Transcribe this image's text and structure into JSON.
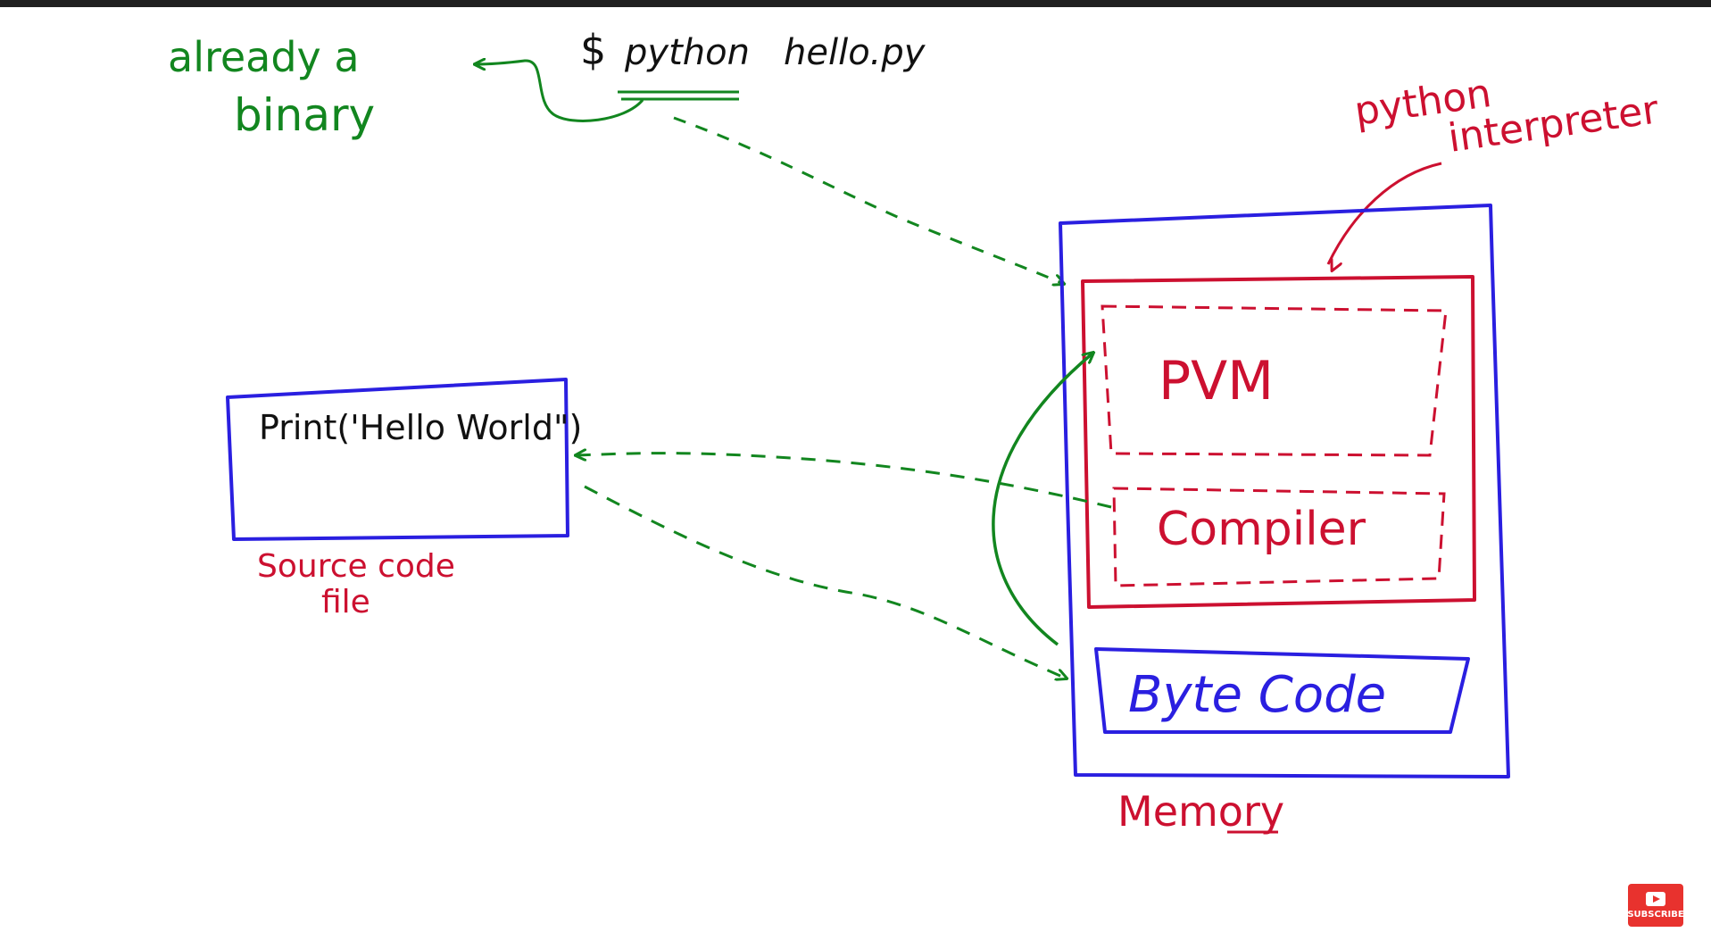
{
  "command": {
    "dollar": "$",
    "program": "python",
    "file": "hello.py"
  },
  "note_binary": {
    "line1": "already a",
    "line2": "binary"
  },
  "interpreter_label": {
    "line1": "python",
    "line2": "interpreter"
  },
  "source_box": {
    "code": "Print('Hello World\")"
  },
  "source_caption": {
    "line1": "Source code",
    "line2": "file"
  },
  "pvm_label": "PVM",
  "compiler_label": "Compiler",
  "bytecode_label": "Byte Code",
  "memory_label": "Memory",
  "subscribe_label": "SUBSCRIBE",
  "colors": {
    "green": "#12861f",
    "red": "#cc1030",
    "blue": "#2a1fe0",
    "black": "#111111"
  }
}
